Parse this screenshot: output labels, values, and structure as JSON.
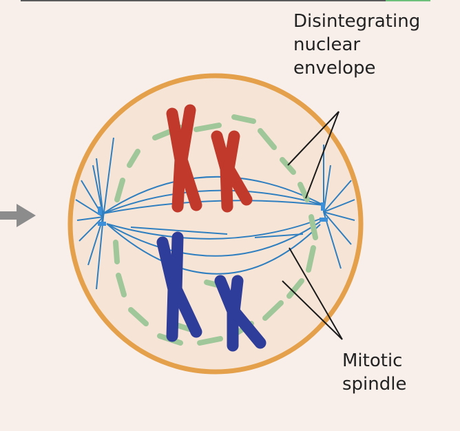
{
  "labels": {
    "nuclear_envelope": [
      "Disintegrating",
      "nuclear",
      "envelope"
    ],
    "mitotic_spindle": [
      "Mitotic",
      "spindle"
    ]
  },
  "colors": {
    "background": "#f8eeea",
    "cell_membrane": "#e4a04a",
    "cell_fill": "#f6e5d6",
    "envelope_fragments": "#9fc79a",
    "spindle_fibers": "#2f7fc0",
    "chromosomes_top": "#c0392b",
    "chromosomes_bottom": "#2e3c9a",
    "centrosome": "#3d8fd8",
    "leader_lines": "#1a1a1a",
    "arrow": "#8c8c8c"
  }
}
